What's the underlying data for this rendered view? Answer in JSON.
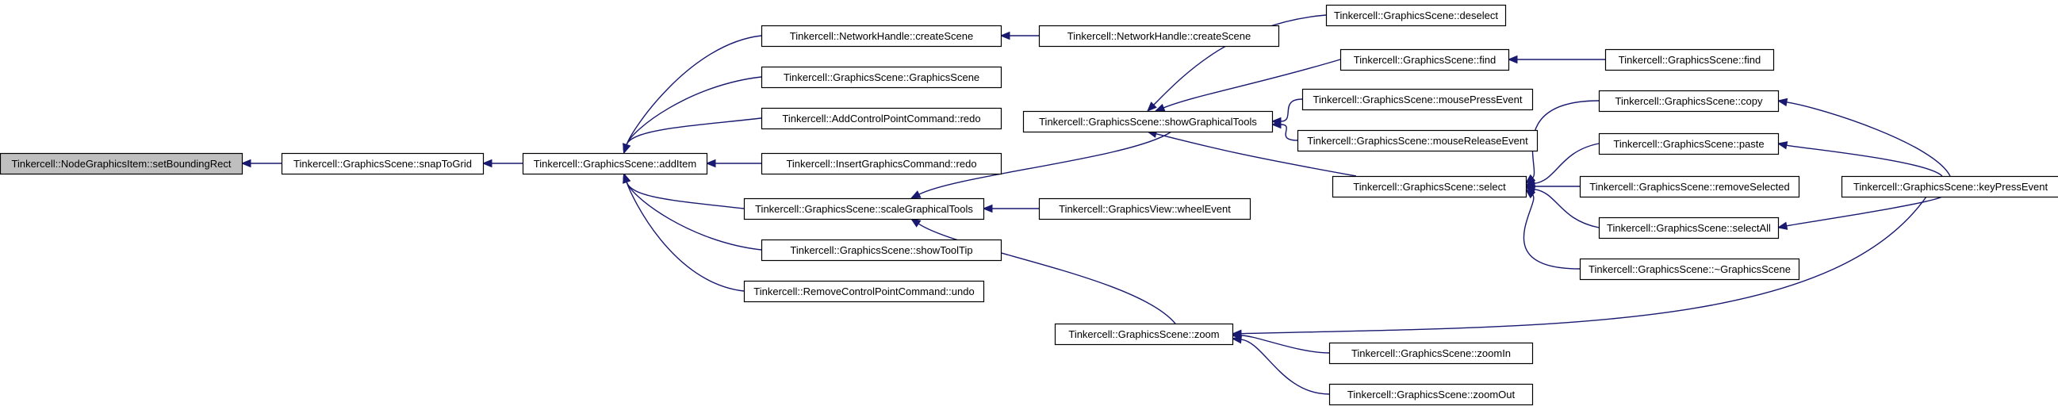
{
  "colors": {
    "edge": "#191970",
    "root_fill": "#bfbfbf",
    "node_fill": "#ffffff",
    "border": "#000000"
  },
  "nodes": [
    {
      "id": "n0",
      "label": "Tinkercell::NodeGraphicsItem::setBoundingRect",
      "root": true
    },
    {
      "id": "n1",
      "label": "Tinkercell::GraphicsScene::snapToGrid"
    },
    {
      "id": "n2",
      "label": "Tinkercell::GraphicsScene::addItem"
    },
    {
      "id": "n3",
      "label": "Tinkercell::NetworkHandle::createScene"
    },
    {
      "id": "n4",
      "label": "Tinkercell::GraphicsScene::GraphicsScene"
    },
    {
      "id": "n5",
      "label": "Tinkercell::AddControlPointCommand::redo"
    },
    {
      "id": "n6",
      "label": "Tinkercell::InsertGraphicsCommand::redo"
    },
    {
      "id": "n7",
      "label": "Tinkercell::GraphicsScene::scaleGraphicalTools"
    },
    {
      "id": "n8",
      "label": "Tinkercell::GraphicsScene::showToolTip"
    },
    {
      "id": "n9",
      "label": "Tinkercell::RemoveControlPointCommand::undo"
    },
    {
      "id": "n10",
      "label": "Tinkercell::NetworkHandle::createScene"
    },
    {
      "id": "n11",
      "label": "Tinkercell::GraphicsScene::showGraphicalTools"
    },
    {
      "id": "n12",
      "label": "Tinkercell::GraphicsView::wheelEvent"
    },
    {
      "id": "n13",
      "label": "Tinkercell::GraphicsScene::zoom"
    },
    {
      "id": "n14",
      "label": "Tinkercell::GraphicsScene::deselect"
    },
    {
      "id": "n15",
      "label": "Tinkercell::GraphicsScene::find"
    },
    {
      "id": "n16",
      "label": "Tinkercell::GraphicsScene::mousePressEvent"
    },
    {
      "id": "n17",
      "label": "Tinkercell::GraphicsScene::mouseReleaseEvent"
    },
    {
      "id": "n18",
      "label": "Tinkercell::GraphicsScene::select"
    },
    {
      "id": "n19",
      "label": "Tinkercell::GraphicsScene::zoomIn"
    },
    {
      "id": "n20",
      "label": "Tinkercell::GraphicsScene::zoomOut"
    },
    {
      "id": "n21",
      "label": "Tinkercell::GraphicsScene::find"
    },
    {
      "id": "n22",
      "label": "Tinkercell::GraphicsScene::copy"
    },
    {
      "id": "n23",
      "label": "Tinkercell::GraphicsScene::paste"
    },
    {
      "id": "n24",
      "label": "Tinkercell::GraphicsScene::removeSelected"
    },
    {
      "id": "n25",
      "label": "Tinkercell::GraphicsScene::selectAll"
    },
    {
      "id": "n26",
      "label": "Tinkercell::GraphicsScene::~GraphicsScene"
    },
    {
      "id": "n27",
      "label": "Tinkercell::GraphicsScene::keyPressEvent"
    }
  ],
  "edges": [
    {
      "from": "n1",
      "to": "n0"
    },
    {
      "from": "n2",
      "to": "n1"
    },
    {
      "from": "n3",
      "to": "n2"
    },
    {
      "from": "n4",
      "to": "n2"
    },
    {
      "from": "n5",
      "to": "n2"
    },
    {
      "from": "n6",
      "to": "n2"
    },
    {
      "from": "n7",
      "to": "n2"
    },
    {
      "from": "n8",
      "to": "n2"
    },
    {
      "from": "n9",
      "to": "n2"
    },
    {
      "from": "n10",
      "to": "n3"
    },
    {
      "from": "n11",
      "to": "n7"
    },
    {
      "from": "n12",
      "to": "n7"
    },
    {
      "from": "n13",
      "to": "n7"
    },
    {
      "from": "n14",
      "to": "n11"
    },
    {
      "from": "n15",
      "to": "n11"
    },
    {
      "from": "n16",
      "to": "n11"
    },
    {
      "from": "n17",
      "to": "n11"
    },
    {
      "from": "n18",
      "to": "n11"
    },
    {
      "from": "n21",
      "to": "n15"
    },
    {
      "from": "n22",
      "to": "n18"
    },
    {
      "from": "n23",
      "to": "n18"
    },
    {
      "from": "n24",
      "to": "n18"
    },
    {
      "from": "n25",
      "to": "n18"
    },
    {
      "from": "n26",
      "to": "n18"
    },
    {
      "from": "n27",
      "to": "n22"
    },
    {
      "from": "n27",
      "to": "n23"
    },
    {
      "from": "n27",
      "to": "n25"
    },
    {
      "from": "n27",
      "to": "n13"
    },
    {
      "from": "n19",
      "to": "n13"
    },
    {
      "from": "n20",
      "to": "n13"
    }
  ]
}
